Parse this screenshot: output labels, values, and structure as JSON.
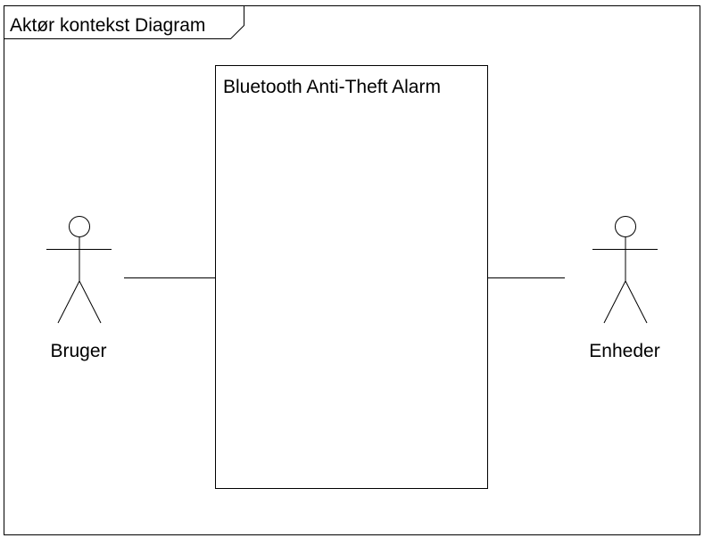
{
  "frame": {
    "title": "Aktør kontekst Diagram"
  },
  "system": {
    "name": "Bluetooth Anti-Theft Alarm"
  },
  "actors": [
    {
      "name": "Bruger",
      "icon": "stick-figure-icon"
    },
    {
      "name": "Enheder",
      "icon": "stick-figure-icon"
    }
  ],
  "colors": {
    "stroke": "#000000",
    "background": "#ffffff"
  }
}
